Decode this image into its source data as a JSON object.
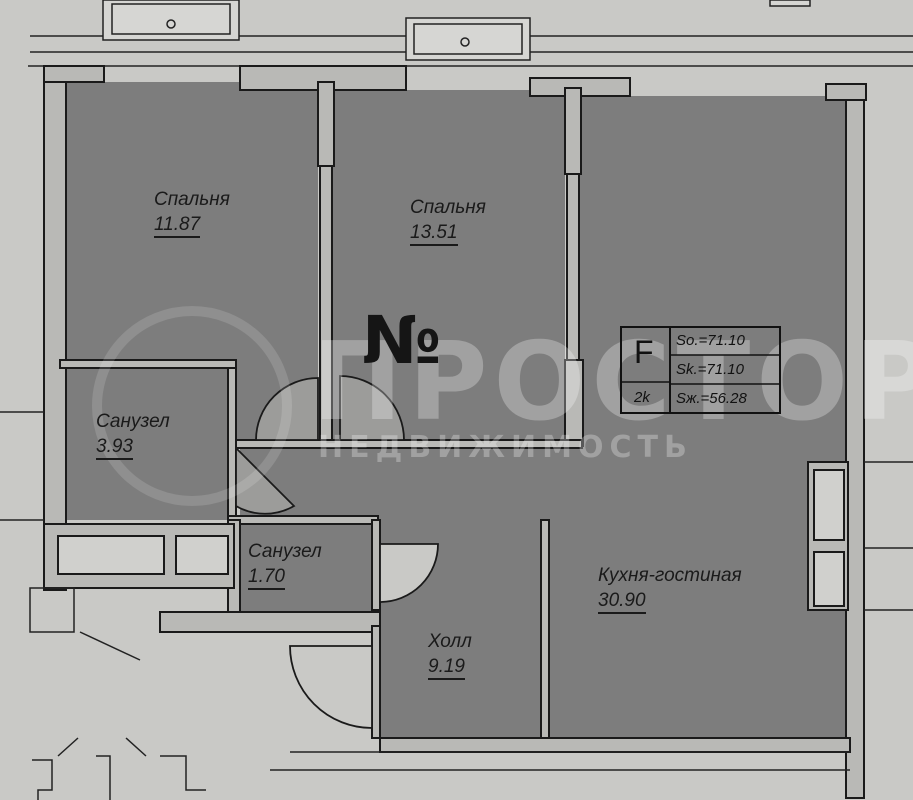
{
  "rooms": [
    {
      "name": "Спальня",
      "area": "11.87"
    },
    {
      "name": "Спальня",
      "area": "13.51"
    },
    {
      "name": "Санузел",
      "area": "3.93"
    },
    {
      "name": "Санузел",
      "area": "1.70"
    },
    {
      "name": "Холл",
      "area": "9.19"
    },
    {
      "name": "Кухня-гостиная",
      "area": "30.90"
    }
  ],
  "apartment_number_label": "№",
  "info_box": {
    "type": "F",
    "rooms": "2k",
    "total_area": "So.=71.10",
    "area_k": "Sk.=71.10",
    "living_area": "Sж.=56.28"
  },
  "watermark": {
    "line1": "ПРОСТОР",
    "line2": "НЕДВИЖИМОСТЬ"
  },
  "colors": {
    "paper": "#c9c9c6",
    "room_fill": "#7d7d7d",
    "wall": "#b9b9b6",
    "ink": "#1a1a1a"
  }
}
